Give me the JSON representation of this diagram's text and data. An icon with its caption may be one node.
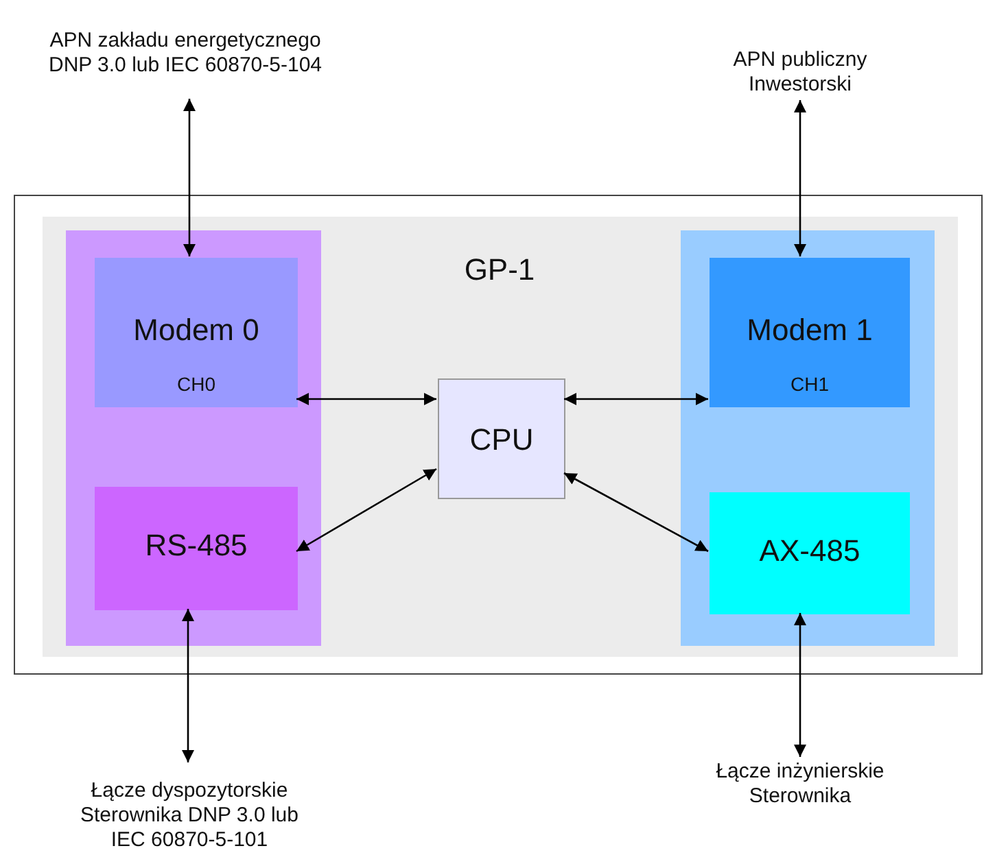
{
  "diagram": {
    "nodes": [
      {
        "text": [],
        "shape": "box"
      },
      {
        "text": [
          "GP-1"
        ],
        "in": 0
      },
      {
        "text": [],
        "shape": "box",
        "in": 1
      },
      {
        "text": [
          "Modem 0",
          "CH0"
        ],
        "in": 2
      },
      {
        "text": [
          "RS-485"
        ],
        "in": 2
      },
      {
        "text": [],
        "shape": "box",
        "in": 1
      },
      {
        "text": [
          "Modem 1",
          "CH1"
        ],
        "in": 5
      },
      {
        "text": [
          "AX-485"
        ],
        "in": 5
      },
      {
        "text": [
          "CPU"
        ],
        "in": 1
      },
      {
        "text": [
          "APN zakładu energetycznego DNP 3.0 lub IEC 60870-5-104"
        ]
      },
      {
        "text": [
          "APN publiczny Inwestorski"
        ]
      },
      {
        "text": [
          "Łącze dyspozytorskie Sterownika DNP 3.0 lub IEC 60870-5-101"
        ]
      },
      {
        "text": [
          "Łącze inżynierskie Sterownika"
        ]
      }
    ],
    "edges": [
      {
        "from": 9,
        "to": 3,
        "arrow": "both"
      },
      {
        "from": 10,
        "to": 6,
        "arrow": "both"
      },
      {
        "from": 3,
        "to": 8,
        "arrow": "both"
      },
      {
        "from": 4,
        "to": 8,
        "arrow": "both"
      },
      {
        "from": 8,
        "to": 6,
        "arrow": "both"
      },
      {
        "from": 8,
        "to": 7,
        "arrow": "both"
      },
      {
        "from": 4,
        "to": 11,
        "arrow": "both"
      },
      {
        "from": 7,
        "to": 12,
        "arrow": "both"
      }
    ]
  }
}
